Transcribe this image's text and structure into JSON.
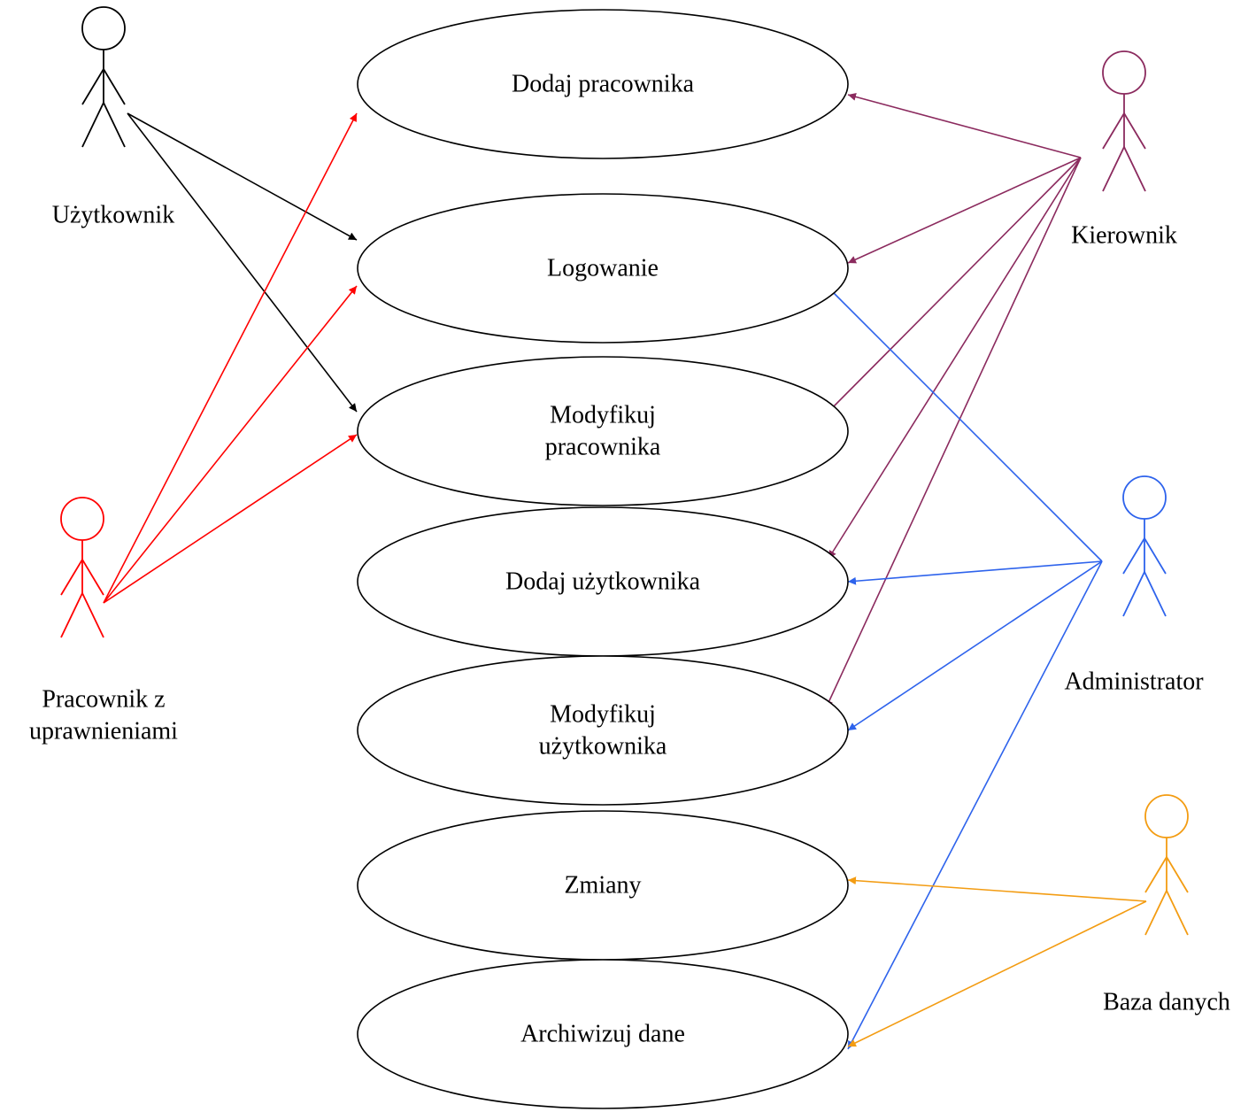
{
  "diagram": {
    "type": "use-case",
    "actors": [
      {
        "id": "uzytkownik",
        "label_lines": [
          "Użytkownik"
        ],
        "color": "#000000"
      },
      {
        "id": "pracownik",
        "label_lines": [
          "Pracownik z",
          "uprawnieniami"
        ],
        "color": "#ff0000"
      },
      {
        "id": "kierownik",
        "label_lines": [
          "Kierownik"
        ],
        "color": "#8b2a5e"
      },
      {
        "id": "administrator",
        "label_lines": [
          "Administrator"
        ],
        "color": "#2e63ec"
      },
      {
        "id": "baza",
        "label_lines": [
          "Baza danych"
        ],
        "color": "#f39c12"
      }
    ],
    "use_cases": [
      {
        "id": "dodaj_pracownika",
        "label_lines": [
          "Dodaj pracownika"
        ]
      },
      {
        "id": "logowanie",
        "label_lines": [
          "Logowanie"
        ]
      },
      {
        "id": "modyfikuj_pracownika",
        "label_lines": [
          "Modyfikuj",
          "pracownika"
        ]
      },
      {
        "id": "dodaj_uzytkownika",
        "label_lines": [
          "Dodaj użytkownika"
        ]
      },
      {
        "id": "modyfikuj_uzytkownika",
        "label_lines": [
          "Modyfikuj",
          "użytkownika"
        ]
      },
      {
        "id": "zmiany",
        "label_lines": [
          "Zmiany"
        ]
      },
      {
        "id": "archiwizuj_dane",
        "label_lines": [
          "Archiwizuj dane"
        ]
      }
    ],
    "associations": [
      {
        "from": "uzytkownik",
        "to": "logowanie"
      },
      {
        "from": "uzytkownik",
        "to": "modyfikuj_pracownika"
      },
      {
        "from": "pracownik",
        "to": "dodaj_pracownika"
      },
      {
        "from": "pracownik",
        "to": "logowanie"
      },
      {
        "from": "pracownik",
        "to": "modyfikuj_pracownika"
      },
      {
        "from": "kierownik",
        "to": "dodaj_pracownika"
      },
      {
        "from": "kierownik",
        "to": "logowanie"
      },
      {
        "from": "kierownik",
        "to": "modyfikuj_pracownika"
      },
      {
        "from": "kierownik",
        "to": "dodaj_uzytkownika"
      },
      {
        "from": "kierownik",
        "to": "modyfikuj_uzytkownika"
      },
      {
        "from": "administrator",
        "to": "logowanie"
      },
      {
        "from": "administrator",
        "to": "dodaj_uzytkownika"
      },
      {
        "from": "administrator",
        "to": "modyfikuj_uzytkownika"
      },
      {
        "from": "administrator",
        "to": "archiwizuj_dane"
      },
      {
        "from": "baza",
        "to": "zmiany"
      },
      {
        "from": "baza",
        "to": "archiwizuj_dane"
      }
    ]
  }
}
